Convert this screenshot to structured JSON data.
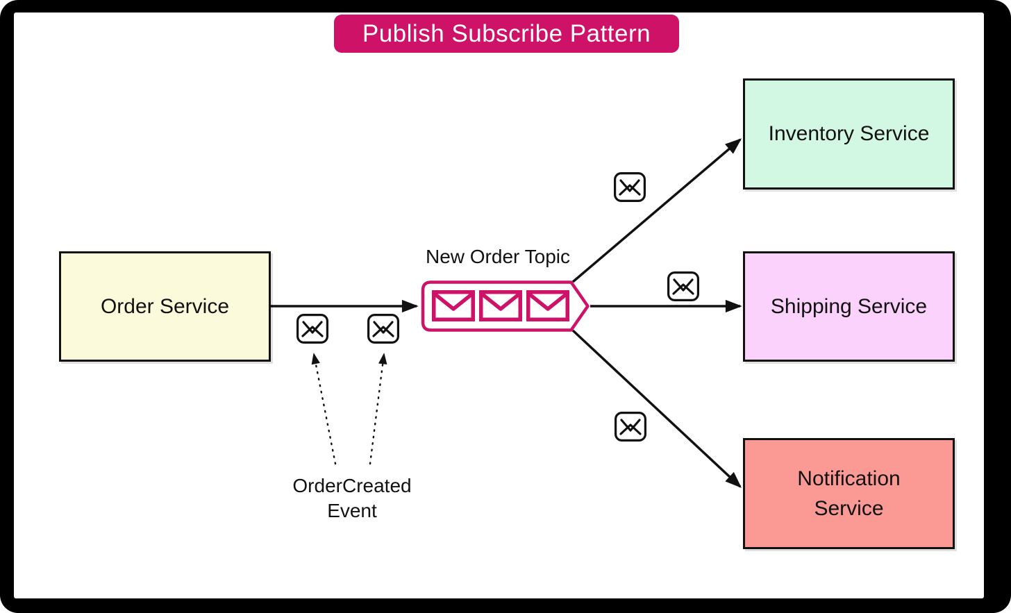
{
  "diagram": {
    "title": "Publish Subscribe Pattern",
    "publisher": {
      "label": "Order Service",
      "fill": "#FBFBDC"
    },
    "topic": {
      "label": "New Order Topic",
      "message_count": 3,
      "accent": "#CE1268"
    },
    "subscribers": [
      {
        "id": "inventory",
        "label": "Inventory Service",
        "fill": "#D2F7E2"
      },
      {
        "id": "shipping",
        "label": "Shipping Service",
        "fill": "#FBD2FB"
      },
      {
        "id": "notification",
        "label": "Notification Service",
        "fill": "#FB9A94"
      }
    ],
    "event_label": "OrderCreated Event",
    "edges": [
      {
        "from": "Order Service",
        "to": "New Order Topic",
        "style": "solid"
      },
      {
        "from": "New Order Topic",
        "to": "Inventory Service",
        "style": "solid"
      },
      {
        "from": "New Order Topic",
        "to": "Shipping Service",
        "style": "solid"
      },
      {
        "from": "New Order Topic",
        "to": "Notification Service",
        "style": "solid"
      },
      {
        "from": "OrderCreated Event",
        "to": "message-envelope-icons",
        "style": "dashed"
      }
    ],
    "icons": {
      "message": "envelope-icon"
    },
    "colors": {
      "accent_pink": "#CE1268",
      "line_black": "#111111",
      "title_text": "#FFFFFF",
      "frame": "#000000",
      "canvas": "#FFFFFF"
    }
  }
}
